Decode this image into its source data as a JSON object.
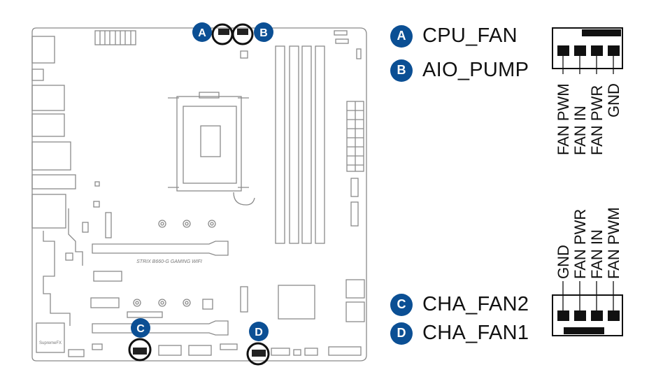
{
  "colors": {
    "badge": "#0b4f94",
    "outline": "#8a8a8a",
    "highlight": "#111111",
    "header_pin": "#111111"
  },
  "board": {
    "name": "STRIX B660-G GAMING WIFI",
    "audio_logo": "SupremeFX"
  },
  "badges": {
    "a": "A",
    "b": "B",
    "c": "C",
    "d": "D"
  },
  "legend": [
    {
      "badge": "A",
      "label": "CPU_FAN"
    },
    {
      "badge": "B",
      "label": "AIO_PUMP"
    },
    {
      "badge": "C",
      "label": "CHA_FAN2"
    },
    {
      "badge": "D",
      "label": "CHA_FAN1"
    }
  ],
  "header_top": {
    "pins": [
      "FAN PWM",
      "FAN IN",
      "FAN PWR",
      "GND"
    ]
  },
  "header_bottom": {
    "pins": [
      "GND",
      "FAN PWR",
      "FAN IN",
      "FAN PWM"
    ]
  }
}
